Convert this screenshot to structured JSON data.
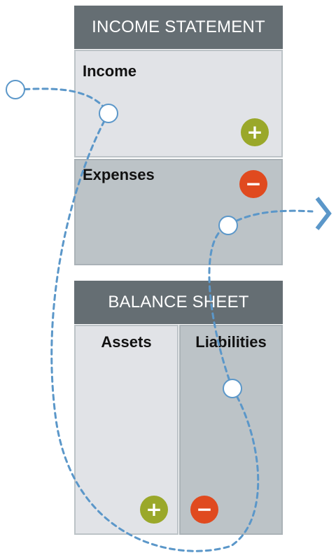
{
  "income_statement": {
    "title": "INCOME STATEMENT",
    "income": {
      "label": "Income",
      "badge": "+"
    },
    "expenses": {
      "label": "Expenses",
      "badge": "−"
    }
  },
  "balance_sheet": {
    "title": "BALANCE SHEET",
    "assets": {
      "label": "Assets",
      "badge": "+"
    },
    "liabilities": {
      "label": "Liabilities",
      "badge": "−"
    }
  },
  "colors": {
    "header_bg": "#656e73",
    "panel_light": "#e1e3e7",
    "panel_dark": "#bcc3c7",
    "plus": "#9aa82a",
    "minus": "#e04a1f",
    "flow": "#5b97c9"
  },
  "icons": {
    "flow_end": "chevron-right-icon",
    "node": "circle-node-icon"
  }
}
